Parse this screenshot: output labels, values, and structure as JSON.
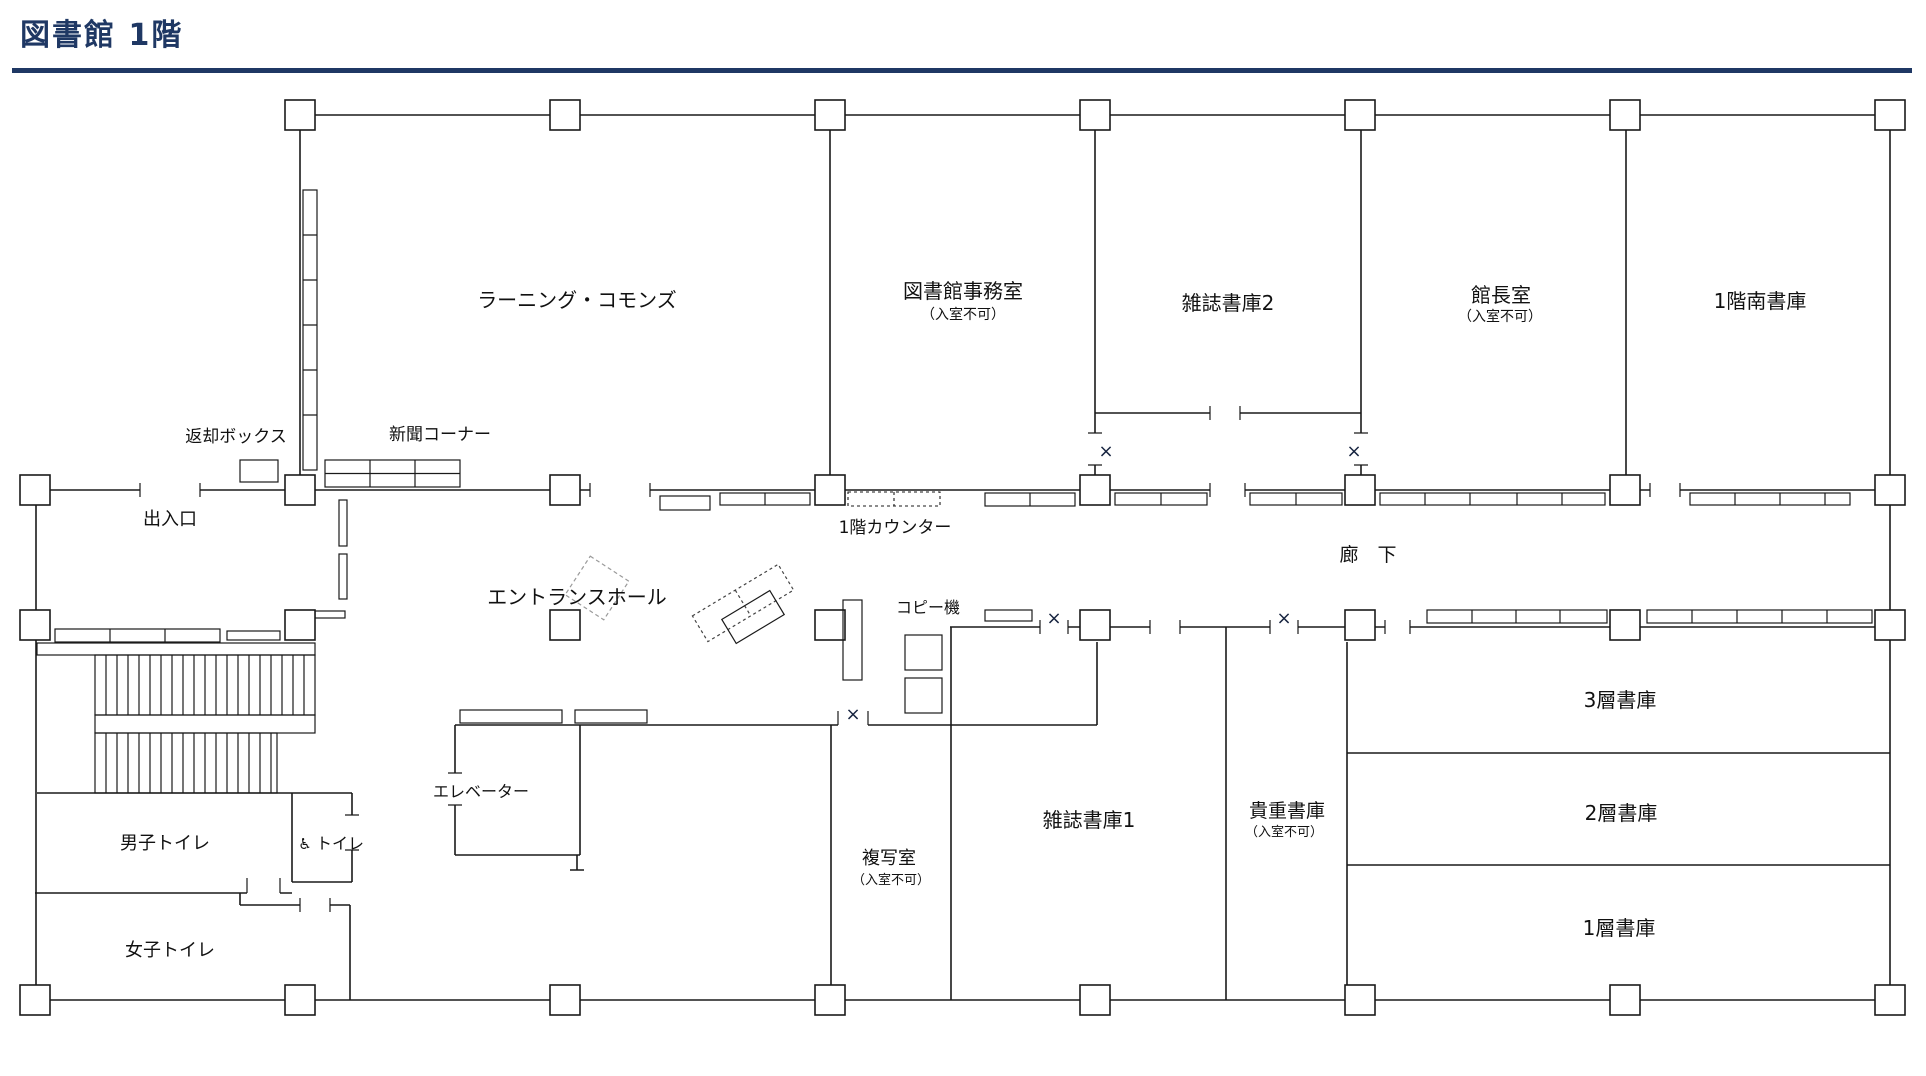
{
  "page_title": "図書館  1階",
  "symbols": {
    "closed_door": "×",
    "wheelchair": "♿"
  },
  "rooms": {
    "learning_commons": {
      "label": "ラーニング・コモンズ"
    },
    "library_office": {
      "label": "図書館事務室",
      "note": "（入室不可）"
    },
    "magazine_stack_2": {
      "label": "雑誌書庫2"
    },
    "director_room": {
      "label": "館長室",
      "note": "（入室不可）"
    },
    "south_stack_1f": {
      "label": "1階南書庫"
    },
    "copy_room": {
      "label": "複写室",
      "note": "（入室不可）"
    },
    "magazine_stack_1": {
      "label": "雑誌書庫1"
    },
    "rare_book_stack": {
      "label": "貴重書庫",
      "note": "（入室不可）"
    },
    "stack_tier3": {
      "label": "3層書庫"
    },
    "stack_tier2": {
      "label": "2層書庫"
    },
    "stack_tier1": {
      "label": "1層書庫"
    },
    "mens_toilet": {
      "label": "男子トイレ"
    },
    "womens_toilet": {
      "label": "女子トイレ"
    },
    "accessible_toilet": {
      "label": "トイレ"
    }
  },
  "features": {
    "entrance": {
      "label": "出入口"
    },
    "return_box": {
      "label": "返却ボックス"
    },
    "newspaper_corner": {
      "label": "新聞コーナー"
    },
    "counter_1f": {
      "label": "1階カウンター"
    },
    "entrance_hall": {
      "label": "エントランスホール"
    },
    "corridor": {
      "label": "廊　下"
    },
    "copier": {
      "label": "コピー機"
    },
    "elevator": {
      "label": "エレベーター"
    }
  }
}
